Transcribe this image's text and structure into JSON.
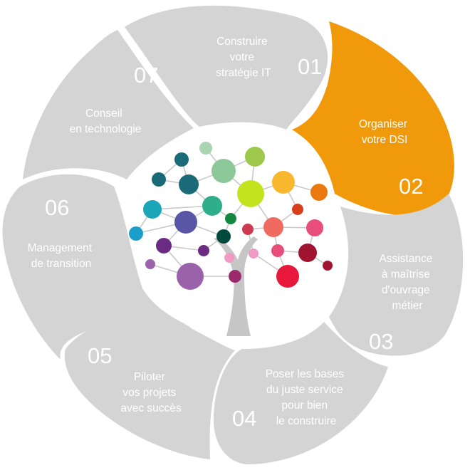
{
  "colors": {
    "segment_default": "#d4d4d4",
    "segment_active": "#f0990a",
    "text": "#ffffff",
    "trunk": "#c6c6c6"
  },
  "segments": [
    {
      "number": "01",
      "lines": [
        "Construire",
        "votre",
        "stratégie IT"
      ],
      "active": false
    },
    {
      "number": "02",
      "lines": [
        "Organiser",
        "votre DSI"
      ],
      "active": true
    },
    {
      "number": "03",
      "lines": [
        "Assistance",
        "à maîtrise",
        "d'ouvrage",
        "métier"
      ],
      "active": false
    },
    {
      "number": "04",
      "lines": [
        "Poser les bases",
        "du juste service",
        "pour bien",
        "le construire"
      ],
      "active": false
    },
    {
      "number": "05",
      "lines": [
        "Piloter",
        "vos projets",
        "avec succès"
      ],
      "active": false
    },
    {
      "number": "06",
      "lines": [
        "Management",
        "de transition"
      ],
      "active": false
    },
    {
      "number": "07",
      "lines": [
        "Conseil",
        "en technologie"
      ],
      "active": false
    }
  ],
  "tree": {
    "icon": "network-tree-icon",
    "node_colors": [
      "#9dc84b",
      "#2fae8b",
      "#1a6a78",
      "#1aa5b8",
      "#1b9fc8",
      "#5a56a6",
      "#6c2b83",
      "#004a3d",
      "#c4e31f",
      "#f7b72f",
      "#ea7a10",
      "#d93e1b",
      "#ef6a60",
      "#e84e7a",
      "#a01431",
      "#e8183c",
      "#f19ac3",
      "#9b62ac",
      "#9b2a6c",
      "#13883f",
      "#cc3a4f"
    ]
  }
}
